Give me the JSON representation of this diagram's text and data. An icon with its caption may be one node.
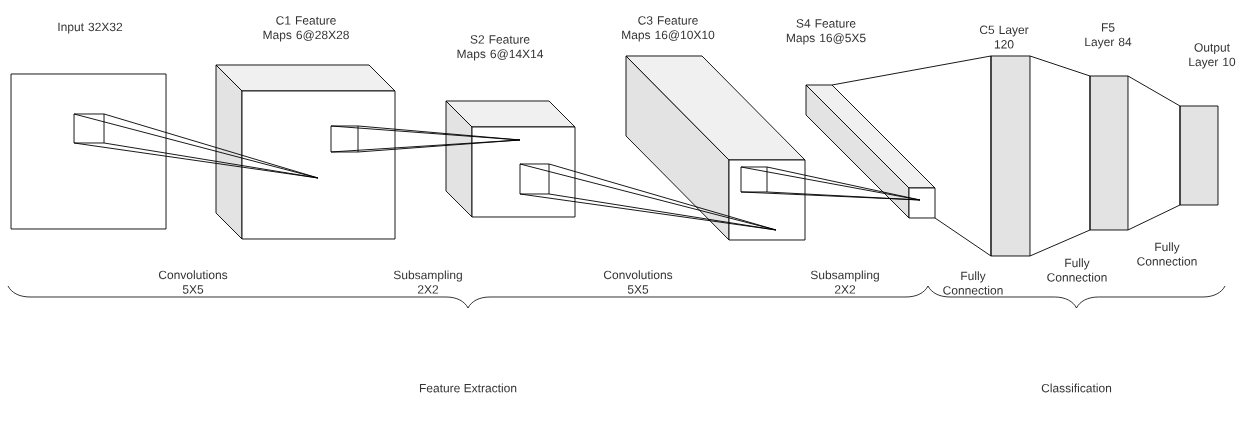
{
  "diagram": {
    "nodes": [
      {
        "text": [
          "Input 32X32"
        ]
      },
      {
        "text": [
          "C1 Feature Maps 6@28X28"
        ]
      },
      {
        "text": [
          "S2 Feature Maps 6@14X14"
        ]
      },
      {
        "text": [
          "C3 Feature Maps 16@10X10"
        ]
      },
      {
        "text": [
          "S4 Feature Maps 16@5X5"
        ]
      },
      {
        "text": [
          "C5 Layer 120"
        ]
      },
      {
        "text": [
          "F5 Layer 84"
        ]
      },
      {
        "text": [
          "Output Layer 10"
        ]
      }
    ],
    "edges": [
      {
        "from": 0,
        "to": 1,
        "arrow": "none"
      },
      {
        "from": 1,
        "to": 2,
        "arrow": "none"
      },
      {
        "from": 2,
        "to": 3,
        "arrow": "none"
      },
      {
        "from": 3,
        "to": 4,
        "arrow": "none"
      },
      {
        "from": 4,
        "to": 5,
        "arrow": "none"
      },
      {
        "from": 5,
        "to": 6,
        "arrow": "none"
      },
      {
        "from": 6,
        "to": 7,
        "arrow": "none"
      }
    ],
    "labels": [
      "Convolutions 5X5",
      "Subsampling 2X2",
      "Convolutions 5X5",
      "Subsampling 2X2",
      "Fully Connection",
      "Fully Connection",
      "Fully Connection",
      "Feature Extraction",
      "Classification"
    ]
  }
}
